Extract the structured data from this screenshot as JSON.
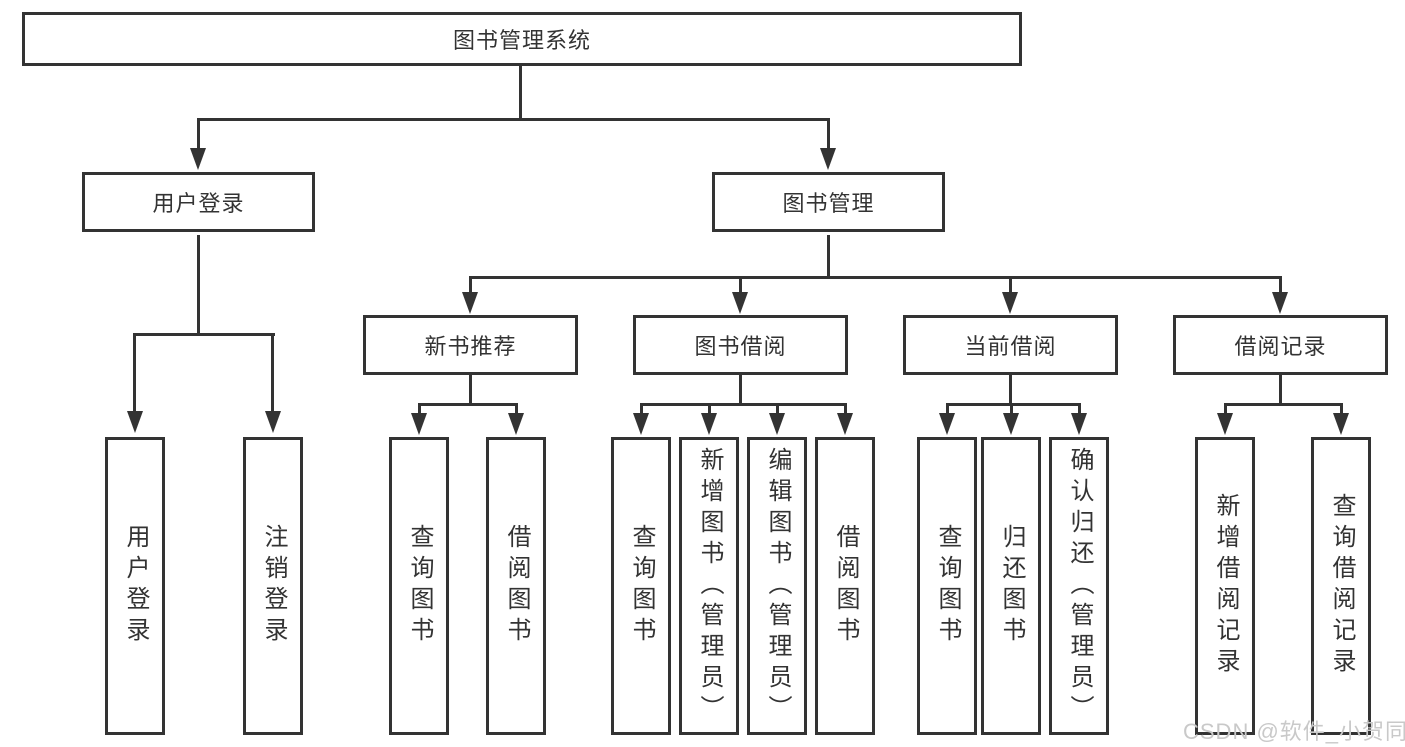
{
  "colors": {
    "line": "#333333",
    "node_border": "#333333",
    "node_fill": "#ffffff",
    "text": "#333333",
    "watermark": "#c9c9c9",
    "background": "#ffffff"
  },
  "watermark": {
    "text": "CSDN @软件_小贺同学"
  },
  "tree": {
    "label": "图书管理系统",
    "children": [
      {
        "label": "用户登录",
        "children": [
          {
            "label": "用户登录"
          },
          {
            "label": "注销登录"
          }
        ]
      },
      {
        "label": "图书管理",
        "children": [
          {
            "label": "新书推荐",
            "children": [
              {
                "label": "查询图书"
              },
              {
                "label": "借阅图书"
              }
            ]
          },
          {
            "label": "图书借阅",
            "children": [
              {
                "label": "查询图书"
              },
              {
                "label": "新增图书（管理员）"
              },
              {
                "label": "编辑图书（管理员）"
              },
              {
                "label": "借阅图书"
              }
            ]
          },
          {
            "label": "当前借阅",
            "children": [
              {
                "label": "查询图书"
              },
              {
                "label": "归还图书"
              },
              {
                "label": "确认归还（管理员）"
              }
            ]
          },
          {
            "label": "借阅记录",
            "children": [
              {
                "label": "新增借阅记录"
              },
              {
                "label": "查询借阅记录"
              }
            ]
          }
        ]
      }
    ]
  }
}
